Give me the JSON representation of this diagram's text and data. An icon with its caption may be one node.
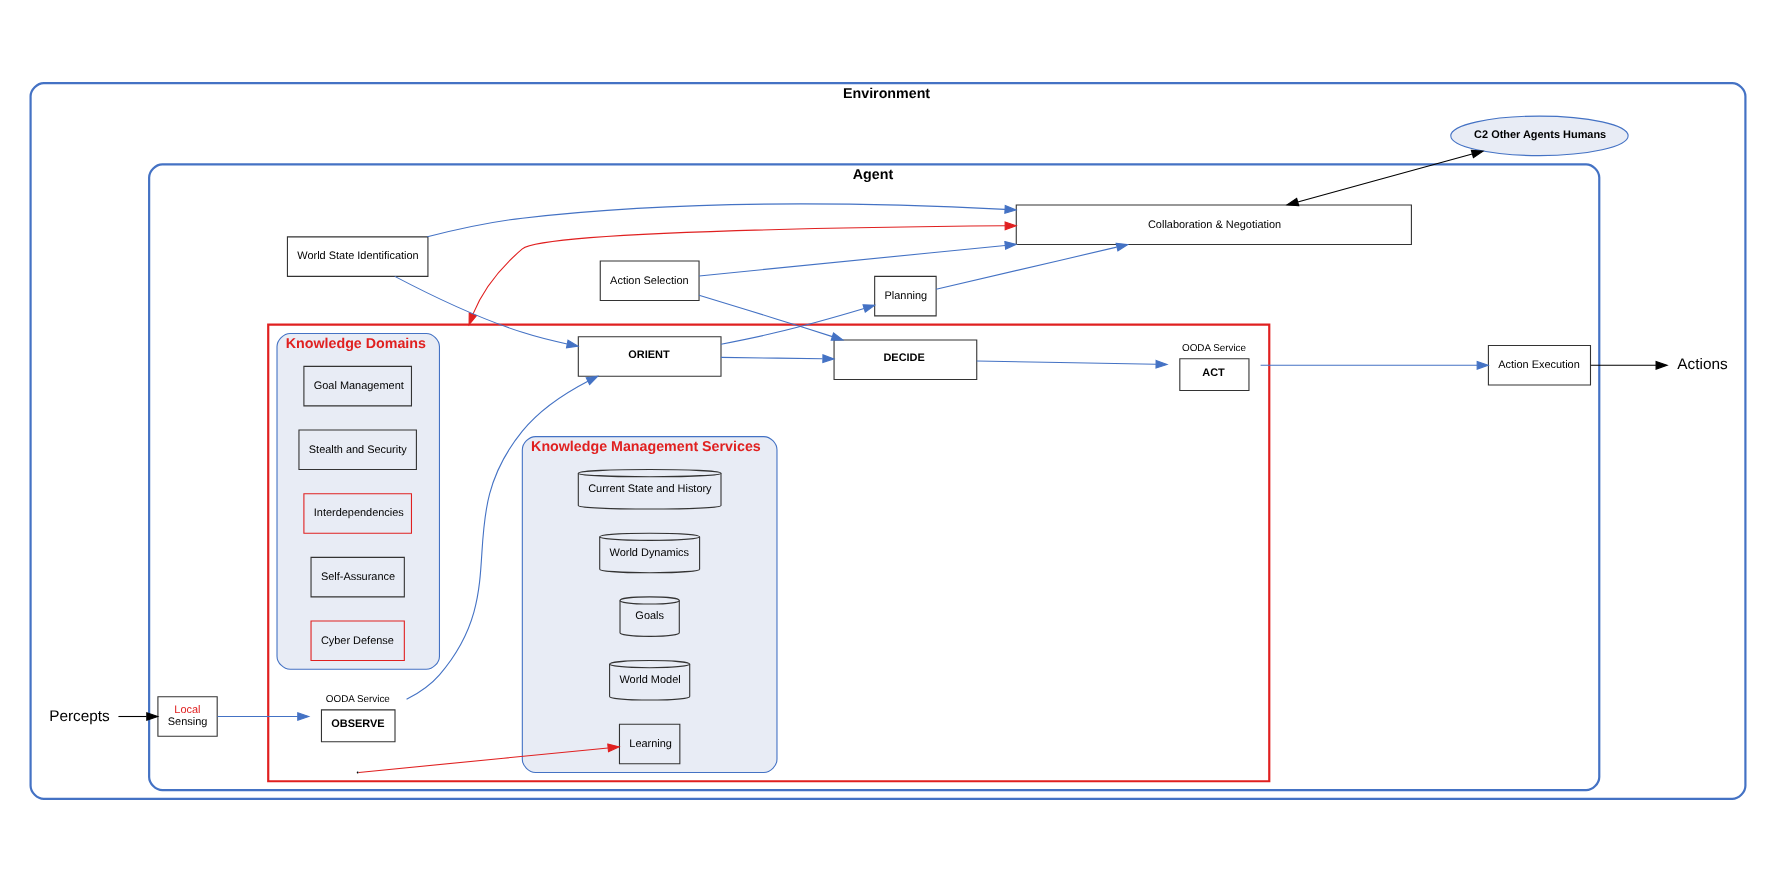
{
  "diagram": {
    "nodes": [
      {
        "text": [
          "Environment"
        ]
      },
      {
        "text": [
          "Agent"
        ],
        "in": 0
      },
      {
        "text": [
          "Percepts"
        ],
        "in": 0
      },
      {
        "text": [
          "Local",
          "Sensing"
        ],
        "in": 1
      },
      {
        "text": [],
        "shape": "box",
        "in": 1
      },
      {
        "text": [
          "OBSERVE"
        ],
        "beside": [
          "OODA Service"
        ],
        "in": 4
      },
      {
        "text": [
          "Knowledge Management Services"
        ],
        "in": 4
      },
      {
        "text": [
          "Current State and History"
        ],
        "in": 6
      },
      {
        "text": [
          "World Dynamics"
        ],
        "in": 6
      },
      {
        "text": [
          "Goals"
        ],
        "in": 6
      },
      {
        "text": [
          "World Model"
        ],
        "in": 6
      },
      {
        "text": [
          "Learning"
        ],
        "in": 6
      },
      {
        "text": [
          "Knowledge Domains"
        ],
        "in": 4
      },
      {
        "text": [
          "Goal Management"
        ],
        "in": 12
      },
      {
        "text": [
          "Stealth and Security"
        ],
        "in": 12
      },
      {
        "text": [
          "Interdependencies"
        ],
        "in": 12
      },
      {
        "text": [
          "Self-Assurance"
        ],
        "in": 12
      },
      {
        "text": [
          "Cyber Defense"
        ],
        "in": 12
      },
      {
        "text": [
          "ACT"
        ],
        "beside": [
          "OODA Service"
        ],
        "in": 4
      },
      {
        "text": [
          "ORIENT"
        ],
        "in": 4
      },
      {
        "text": [
          "DECIDE"
        ],
        "in": 4
      },
      {
        "text": [
          "Action Execution"
        ],
        "in": 1
      },
      {
        "text": [
          "Actions"
        ],
        "in": 0
      },
      {
        "text": [
          "World State Identification"
        ],
        "in": 1
      },
      {
        "text": [
          "Planning"
        ],
        "in": 1
      },
      {
        "text": [
          "Action Selection"
        ],
        "in": 1
      },
      {
        "text": [
          "Collaboration & Negotiation"
        ],
        "in": 1
      },
      {
        "text": [
          "C2 Other Agents Humans"
        ],
        "in": 0
      }
    ],
    "edges": [
      {
        "from": 2,
        "to": 3,
        "arrow": "to",
        "color": "#000000"
      },
      {
        "from": 3,
        "to": 5,
        "arrow": "to"
      },
      {
        "from": 5,
        "to": 19,
        "arrow": "to"
      },
      {
        "from": 4,
        "to": 11,
        "arrow": "to",
        "color": "#e02020"
      },
      {
        "from": 19,
        "to": 20,
        "arrow": "to"
      },
      {
        "from": 20,
        "to": 18,
        "arrow": "to"
      },
      {
        "from": 18,
        "to": 21,
        "arrow": "to"
      },
      {
        "from": 21,
        "to": 22,
        "arrow": "to",
        "color": "#000000"
      },
      {
        "from": 23,
        "to": 19,
        "arrow": "to"
      },
      {
        "from": 23,
        "to": 26,
        "arrow": "to"
      },
      {
        "from": 19,
        "to": 24,
        "arrow": "to"
      },
      {
        "from": 24,
        "to": 26,
        "arrow": "to"
      },
      {
        "from": 25,
        "to": 20,
        "arrow": "to"
      },
      {
        "from": 25,
        "to": 26,
        "arrow": "to"
      },
      {
        "from": 4,
        "to": 26,
        "arrow": "both",
        "color": "#e02020"
      },
      {
        "from": 26,
        "to": 27,
        "arrow": "both",
        "color": "#000000"
      }
    ]
  }
}
